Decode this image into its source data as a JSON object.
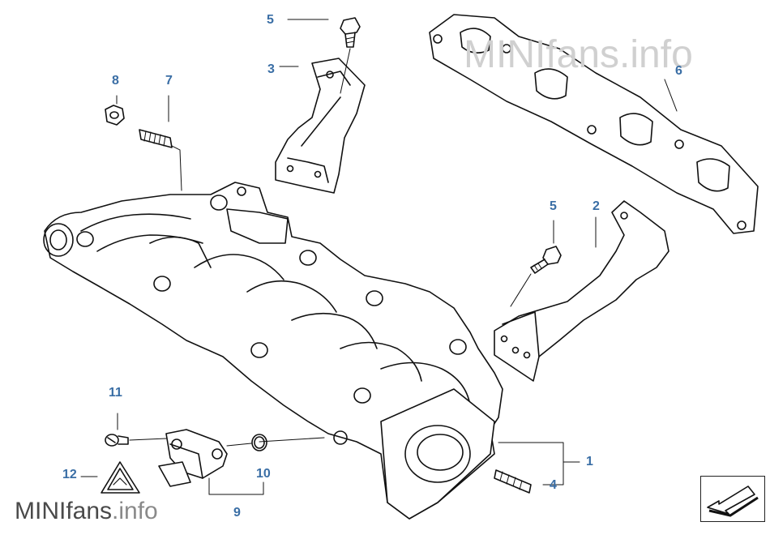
{
  "watermarks": {
    "top": {
      "brand": "MINIfans",
      "suffix": ".info"
    },
    "bottom": {
      "brand": "MINIfans",
      "suffix": ".info"
    }
  },
  "callouts": {
    "c1": "1",
    "c2": "2",
    "c3": "3",
    "c4": "4",
    "c5a": "5",
    "c5b": "5",
    "c6": "6",
    "c7": "7",
    "c8": "8",
    "c9": "9",
    "c10": "10",
    "c11": "11",
    "c12": "12"
  },
  "colors": {
    "callout": "#3a6ea5",
    "lines": "#111111"
  },
  "nav_button": {
    "icon": "arrow-down-left-icon"
  }
}
